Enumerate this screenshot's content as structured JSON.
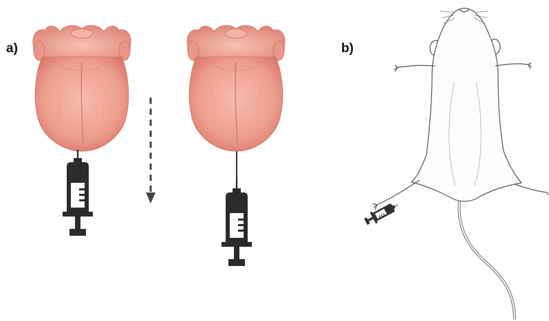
{
  "panels": {
    "a": {
      "label": "a)"
    },
    "b": {
      "label": "b)"
    }
  },
  "colors": {
    "tongue_fill": "#f2a898",
    "tongue_shade": "#d9786c",
    "tongue_light": "#f8c6b8",
    "syringe": "#2b2b2b",
    "rat_outline": "#555555",
    "arrow": "#444444"
  },
  "icons": [
    "tongue-illustration",
    "syringe-icon",
    "dashed-arrow-down-icon",
    "rat-illustration"
  ]
}
